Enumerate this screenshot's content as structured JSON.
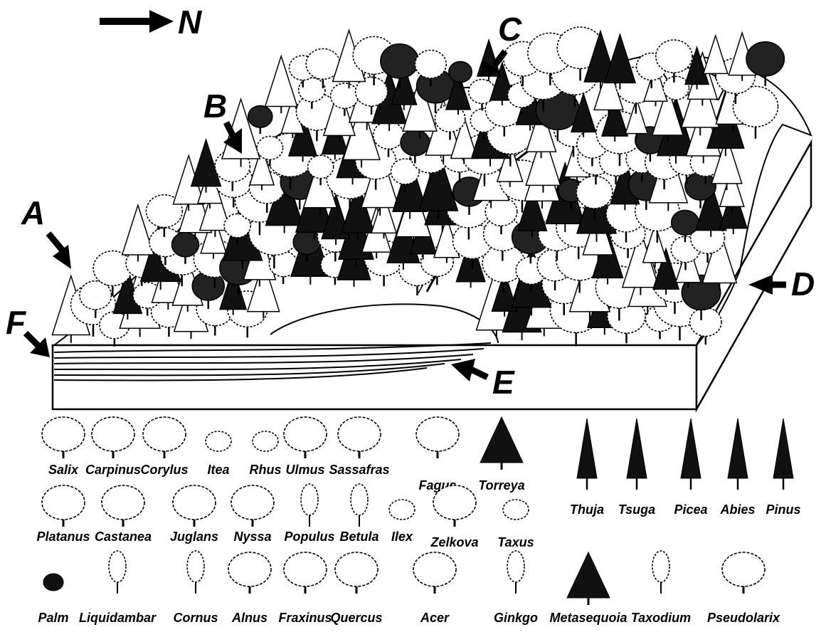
{
  "compass": {
    "label": "N"
  },
  "markers": [
    {
      "key": "A",
      "label": "A"
    },
    {
      "key": "B",
      "label": "B"
    },
    {
      "key": "C",
      "label": "C"
    },
    {
      "key": "D",
      "label": "D"
    },
    {
      "key": "E",
      "label": "E"
    },
    {
      "key": "F",
      "label": "F"
    }
  ],
  "legend": [
    {
      "name": "Salix",
      "icon": "broad-tree-icon"
    },
    {
      "name": "Carpinus",
      "icon": "broad-tree-icon"
    },
    {
      "name": "Corylus",
      "icon": "broad-tree-icon"
    },
    {
      "name": "Itea",
      "icon": "shrub-icon"
    },
    {
      "name": "Rhus",
      "icon": "shrub-icon"
    },
    {
      "name": "Ulmus",
      "icon": "broad-tree-icon"
    },
    {
      "name": "Sassafras",
      "icon": "broad-tree-icon"
    },
    {
      "name": "Fagus",
      "icon": "broad-tree-icon"
    },
    {
      "name": "Torreya",
      "icon": "dark-tree-icon"
    },
    {
      "name": "Thuja",
      "icon": "conifer-icon"
    },
    {
      "name": "Tsuga",
      "icon": "conifer-icon"
    },
    {
      "name": "Picea",
      "icon": "conifer-icon"
    },
    {
      "name": "Abies",
      "icon": "conifer-icon"
    },
    {
      "name": "Pinus",
      "icon": "conifer-icon"
    },
    {
      "name": "Platanus",
      "icon": "broad-tree-icon"
    },
    {
      "name": "Castanea",
      "icon": "broad-tree-icon"
    },
    {
      "name": "Juglans",
      "icon": "broad-tree-icon"
    },
    {
      "name": "Nyssa",
      "icon": "broad-tree-icon"
    },
    {
      "name": "Populus",
      "icon": "columnar-tree-icon"
    },
    {
      "name": "Betula",
      "icon": "columnar-tree-icon"
    },
    {
      "name": "Ilex",
      "icon": "shrub-icon"
    },
    {
      "name": "Zelkova",
      "icon": "broad-tree-icon"
    },
    {
      "name": "Taxus",
      "icon": "shrub-icon"
    },
    {
      "name": "Palm",
      "icon": "dark-shrub-icon"
    },
    {
      "name": "Liquidambar",
      "icon": "columnar-tree-icon"
    },
    {
      "name": "Cornus",
      "icon": "columnar-tree-icon"
    },
    {
      "name": "Alnus",
      "icon": "broad-tree-icon"
    },
    {
      "name": "Fraxinus",
      "icon": "broad-tree-icon"
    },
    {
      "name": "Quercus",
      "icon": "broad-tree-icon"
    },
    {
      "name": "Acer",
      "icon": "broad-tree-icon"
    },
    {
      "name": "Ginkgo",
      "icon": "columnar-tree-icon"
    },
    {
      "name": "Metasequoia",
      "icon": "dark-tree-icon"
    },
    {
      "name": "Taxodium",
      "icon": "columnar-tree-icon"
    },
    {
      "name": "Pseudolarix",
      "icon": "broad-tree-icon"
    }
  ]
}
